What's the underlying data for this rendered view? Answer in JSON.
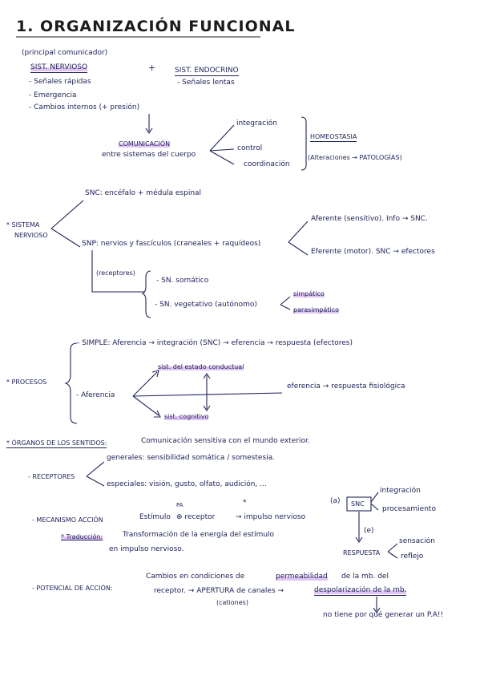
{
  "title": "1. ORGANIZACIÓN FUNCIONAL",
  "intro": {
    "note": "(principal comunicador)",
    "nervioso": "SIST. NERVIOSO",
    "plus": "+",
    "endocrino": "SIST. ENDOCRINO",
    "nervioso_items": [
      "- Señales rápidas",
      "- Emergencia",
      "- Cambios internos (+ presión)"
    ],
    "endocrino_items": [
      "- Señales lentas"
    ],
    "comunicacion": "COMUNICACIÓN",
    "comunicacion_sub": "entre sistemas del cuerpo",
    "funciones": [
      "integración",
      "control",
      "coordinación"
    ],
    "homeostasia": "HOMEOSTASIA",
    "homeostasia_sub": "(Alteraciones → PATOLOGÍAS)"
  },
  "sistema": {
    "label_1": "* SISTEMA",
    "label_2": "NERVIOSO",
    "snc": "SNC: encéfalo + médula espinal",
    "snp": "SNP: nervios y fascículos (craneales + raquídeos)",
    "aferente": "Aferente (sensitivo). Info → SNC.",
    "eferente": "Eferente (motor). SNC → efectores",
    "receptores": "(receptores)",
    "somatico": "- SN. somático",
    "vegetativo": "- SN. vegetativo (autónomo)",
    "simpatico": "simpático",
    "parasimpatico": "parasimpático"
  },
  "procesos": {
    "label": "* PROCESOS",
    "simple": "- SIMPLE: Aferencia → integración (SNC) → eferencia → respuesta (efectores)",
    "aferencia": "- Aferencia",
    "estado_conductual": "sist. del estado conductual",
    "cognitivo": "sist. cognitivo",
    "eferencia": "eferencia → respuesta fisiológica"
  },
  "organos": {
    "heading": "* ÓRGANOS DE LOS SENTIDOS:",
    "heading_text": "Comunicación sensitiva con el mundo exterior.",
    "receptores": "- RECEPTORES",
    "generales": "generales: sensibilidad somática / somestesia.",
    "especiales": "especiales: visión, gusto, olfato, audición, ...",
    "mecanismo": "- MECANISMO ACCIÓN",
    "estimulo": "Estímulo",
    "pa": "PA",
    "receptor": "⊕ receptor",
    "star": "*",
    "impulso": "→ impulso nervioso",
    "a_label": "(a)",
    "snc_box": "SNC",
    "integracion": "integración",
    "procesamiento": "procesamiento",
    "e_label": "(e)",
    "respuesta": "RESPUESTA",
    "sensacion": "sensación",
    "reflejo": "reflejo",
    "traduccion_label": "* Traducción:",
    "traduccion_1": "Transformación de la energía del estímulo",
    "traduccion_2": "en impulso nervioso."
  },
  "potencial": {
    "label": "- POTENCIAL DE ACCIÓN:",
    "line1_a": "Cambios en condiciones de",
    "line1_b": "permeabilidad",
    "line1_c": "de la mb. del",
    "line2_a": "receptor. → APERTURA de canales →",
    "line2_b": "despolarización de la mb.",
    "cationes": "(cationes)",
    "note": "no tiene por qué generar un P.A!!"
  }
}
